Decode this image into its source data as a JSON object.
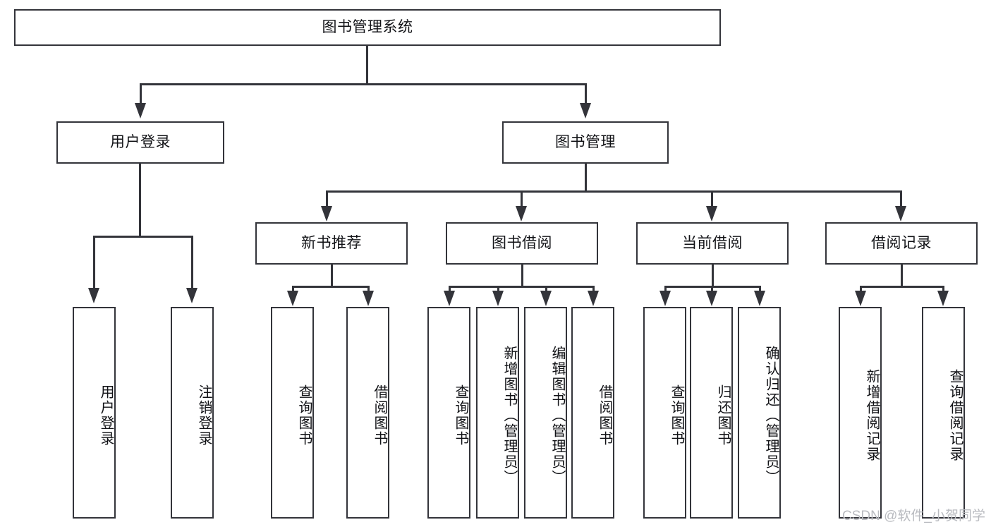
{
  "diagram": {
    "title": "图书管理系统",
    "type": "hierarchy-tree",
    "watermark": "CSDN @软件_小贺同学",
    "colors": {
      "stroke": "#33343a",
      "background": "#ffffff",
      "text": "#111216",
      "watermark": "#b9bbc0"
    },
    "root": {
      "label": "图书管理系统"
    },
    "level2": [
      {
        "label": "用户登录"
      },
      {
        "label": "图书管理"
      }
    ],
    "level3": [
      {
        "label": "新书推荐"
      },
      {
        "label": "图书借阅"
      },
      {
        "label": "当前借阅"
      },
      {
        "label": "借阅记录"
      }
    ],
    "leaves": {
      "user_login": [
        {
          "label": "用户登录"
        },
        {
          "label": "注销登录"
        }
      ],
      "new_book_recommend": [
        {
          "label": "查询图书"
        },
        {
          "label": "借阅图书"
        }
      ],
      "book_borrow": [
        {
          "label": "查询图书"
        },
        {
          "label": "新增图书（管理员）"
        },
        {
          "label": "编辑图书（管理员）"
        },
        {
          "label": "借阅图书"
        }
      ],
      "current_borrow": [
        {
          "label": "查询图书"
        },
        {
          "label": "归还图书"
        },
        {
          "label": "确认归还（管理员）"
        }
      ],
      "borrow_records": [
        {
          "label": "新增借阅记录"
        },
        {
          "label": "查询借阅记录"
        }
      ]
    }
  }
}
